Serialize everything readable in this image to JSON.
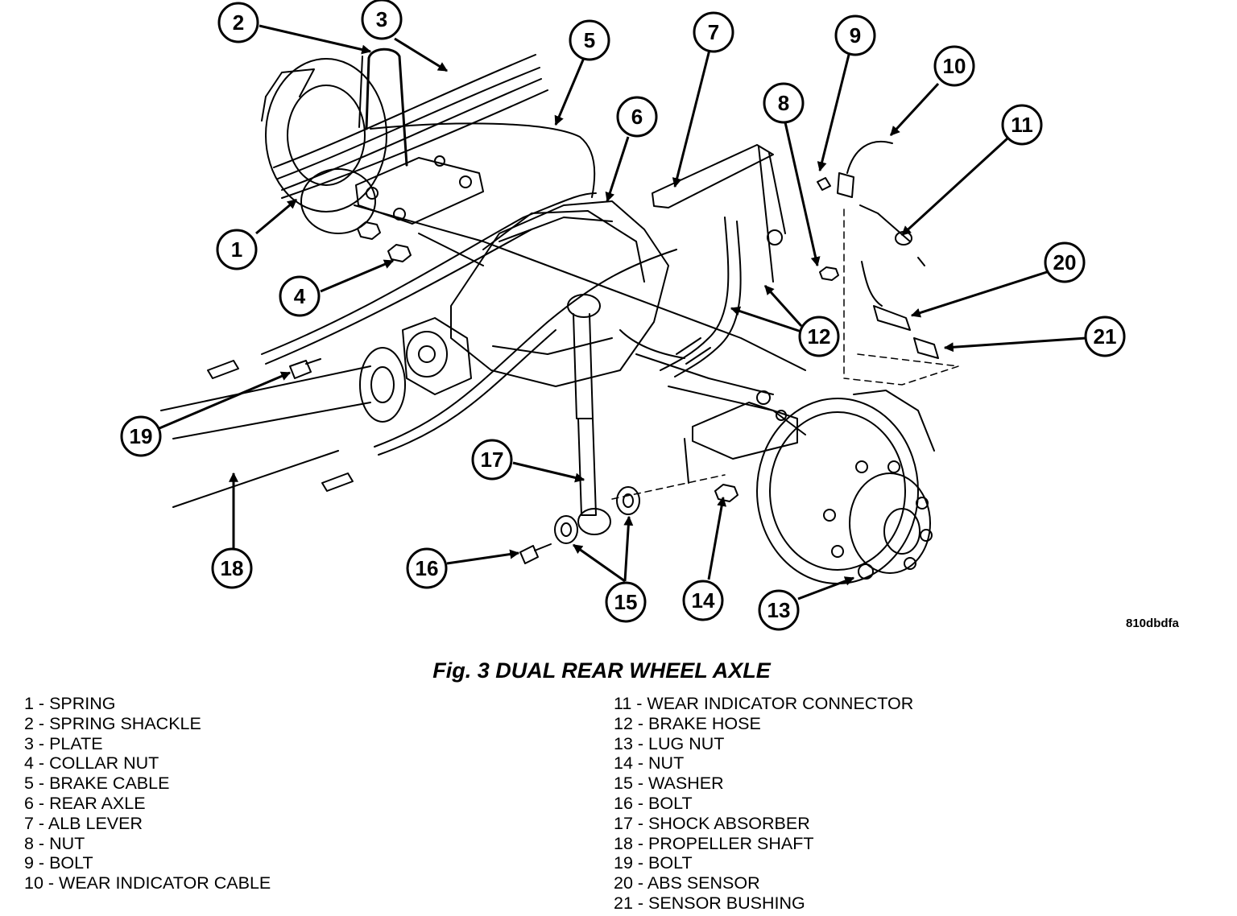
{
  "figure": {
    "code": "810dbdfa",
    "title": "Fig. 3 DUAL REAR WHEEL AXLE"
  },
  "callouts": [
    "1",
    "2",
    "3",
    "4",
    "5",
    "6",
    "7",
    "8",
    "9",
    "10",
    "11",
    "12",
    "13",
    "14",
    "15",
    "16",
    "17",
    "18",
    "19",
    "20",
    "21"
  ],
  "legend": {
    "left": [
      "1 - SPRING",
      "2 - SPRING SHACKLE",
      "3 - PLATE",
      "4 - COLLAR NUT",
      "5 - BRAKE CABLE",
      "6 - REAR AXLE",
      "7 - ALB LEVER",
      "8 - NUT",
      "9 - BOLT",
      "10 - WEAR INDICATOR CABLE"
    ],
    "right": [
      "11 - WEAR INDICATOR CONNECTOR",
      "12 - BRAKE HOSE",
      "13 - LUG NUT",
      "14 - NUT",
      "15 - WASHER",
      "16 - BOLT",
      "17 - SHOCK ABSORBER",
      "18 - PROPELLER SHAFT",
      "19 - BOLT",
      "20 - ABS SENSOR",
      "21 - SENSOR BUSHING"
    ]
  }
}
